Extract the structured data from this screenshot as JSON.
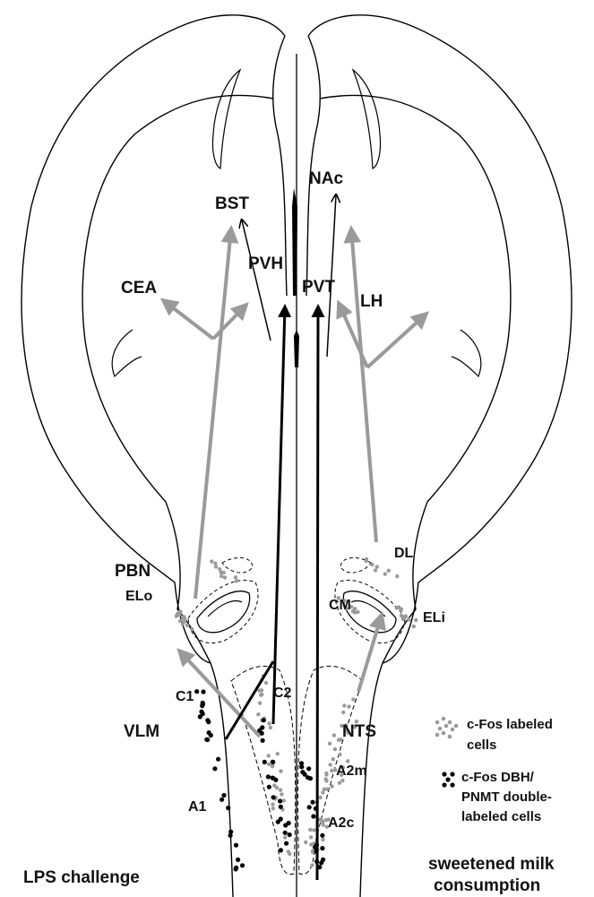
{
  "diagram": {
    "regions": {
      "bst": "BST",
      "nac": "NAc",
      "pvh": "PVH",
      "pvt": "PVT",
      "cea": "CEA",
      "lh": "LH",
      "pbn": "PBN",
      "elo": "ELo",
      "dl": "DL",
      "cm": "CM",
      "eli": "ELi",
      "c1": "C1",
      "c2": "C2",
      "vlm": "VLM",
      "nts": "NTS",
      "a2m": "A2m",
      "a2c": "A2c",
      "a1": "A1"
    },
    "legend": {
      "cfos_line1": "c-Fos labeled",
      "cfos_line2": "cells",
      "double_line1": "c-Fos DBH/",
      "double_line2": "PNMT double-",
      "double_line3": "labeled cells"
    },
    "conditions": {
      "left": "LPS challenge",
      "right_line1": "sweetened milk",
      "right_line2": "consumption"
    },
    "colors": {
      "gray_arrow": "#9a9a9a",
      "black_arrow": "#000000",
      "gray_dot": "#9a9a9a",
      "black_dot": "#000000",
      "outline": "#000000"
    }
  }
}
